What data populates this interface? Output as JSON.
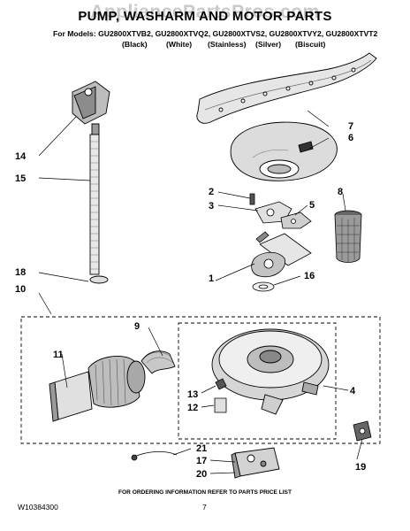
{
  "watermark": "AppliancePartsPros.com",
  "title": "PUMP, WASHARM AND MOTOR PARTS",
  "models_line": "For Models: GU2800XTVB2, GU2800XTVQ2, GU2800XTVS2, GU2800XTVY2, GU2800XTVT2",
  "variants": [
    "(Black)",
    "(White)",
    "(Stainless)",
    "(Silver)",
    "(Biscuit)"
  ],
  "callouts": [
    "1",
    "2",
    "3",
    "4",
    "5",
    "6",
    "7",
    "8",
    "9",
    "10",
    "11",
    "12",
    "13",
    "14",
    "15",
    "16",
    "17",
    "18",
    "19",
    "20",
    "21"
  ],
  "footer_note": "FOR ORDERING INFORMATION REFER TO PARTS PRICE LIST",
  "doc_number": "W10384300",
  "page_number": "7"
}
